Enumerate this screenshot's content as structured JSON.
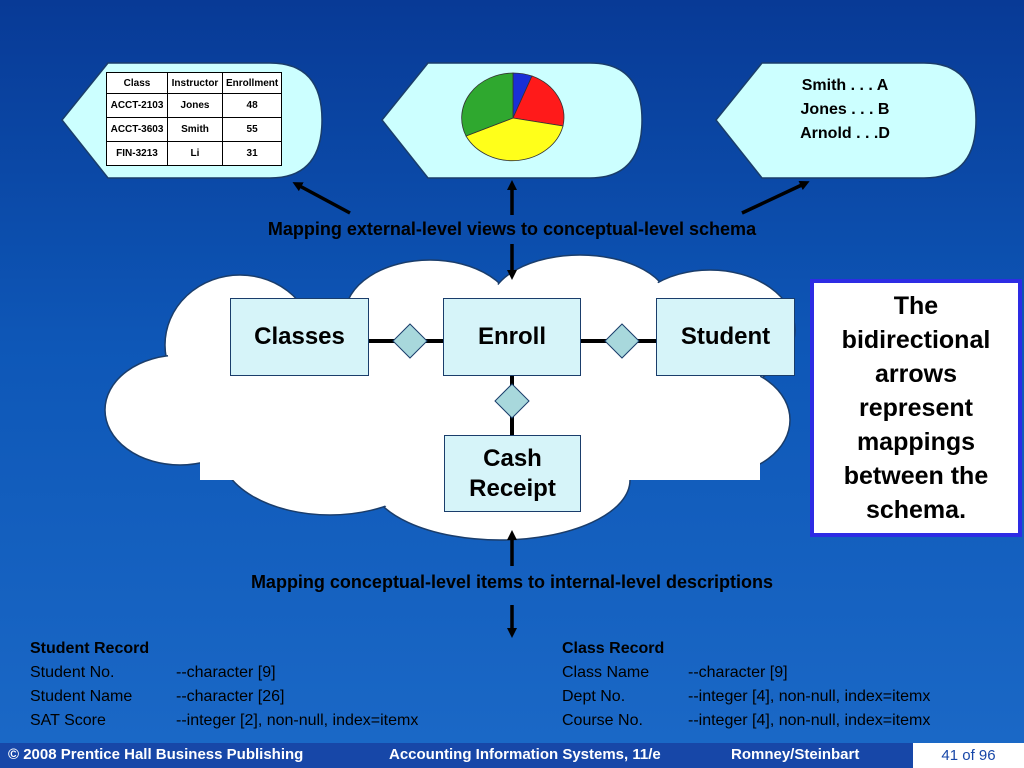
{
  "external_views": {
    "class_table": {
      "headers": [
        "Class",
        "Instructor",
        "Enrollment"
      ],
      "rows": [
        [
          "ACCT-2103",
          "Jones",
          "48"
        ],
        [
          "ACCT-3603",
          "Smith",
          "55"
        ],
        [
          "FIN-3213",
          "Li",
          "31"
        ]
      ]
    },
    "pie_colors": [
      "#1a2fd6",
      "#ff1a1a",
      "#ffff1a",
      "#2fa82f"
    ],
    "grades": [
      "Smith . . . A",
      "Jones . . . B",
      "Arnold . . .D"
    ]
  },
  "mapping_top": "Mapping external-level views to conceptual-level schema",
  "mapping_bottom": "Mapping conceptual-level items to internal-level descriptions",
  "entities": {
    "classes": "Classes",
    "enroll": "Enroll",
    "student": "Student",
    "cash_receipt_line1": "Cash",
    "cash_receipt_line2": "Receipt"
  },
  "callout": {
    "lines": [
      "The",
      "bidirectional",
      "arrows",
      "represent",
      "mappings",
      "between the",
      "schema."
    ]
  },
  "student_record": {
    "title": "Student Record",
    "fields": [
      {
        "name": "Student No.",
        "desc": "--character [9]"
      },
      {
        "name": "Student Name",
        "desc": "--character [26]"
      },
      {
        "name": "SAT Score",
        "desc": "--integer [2], non-null, index=itemx"
      }
    ]
  },
  "class_record": {
    "title": "Class Record",
    "fields": [
      {
        "name": "Class Name",
        "desc": "--character [9]"
      },
      {
        "name": "Dept No.",
        "desc": "--integer [4], non-null, index=itemx"
      },
      {
        "name": "Course No.",
        "desc": "--integer [4], non-null, index=itemx"
      }
    ]
  },
  "footer": {
    "copyright": "© 2008 Prentice Hall Business Publishing",
    "book": "Accounting Information Systems, 11/e",
    "authors": "Romney/Steinbart",
    "page": "41 of 96"
  }
}
